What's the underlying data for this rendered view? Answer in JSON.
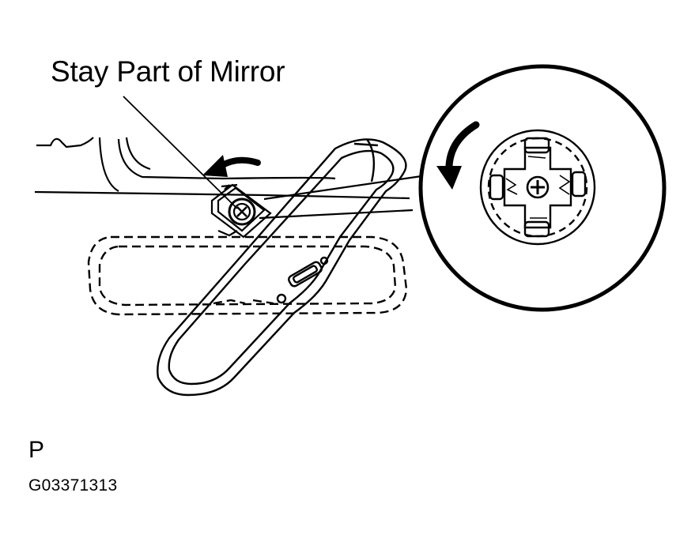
{
  "callout": {
    "label": "Stay Part of Mirror"
  },
  "view": {
    "letter": "P"
  },
  "figure": {
    "code": "G03371313"
  },
  "icons": {
    "rotation_arrow_main": "curved-arrow-left-icon",
    "rotation_arrow_detail": "curved-arrow-down-icon",
    "screw": "phillips-screw-icon"
  },
  "colors": {
    "line": "#000000",
    "background": "#ffffff"
  }
}
